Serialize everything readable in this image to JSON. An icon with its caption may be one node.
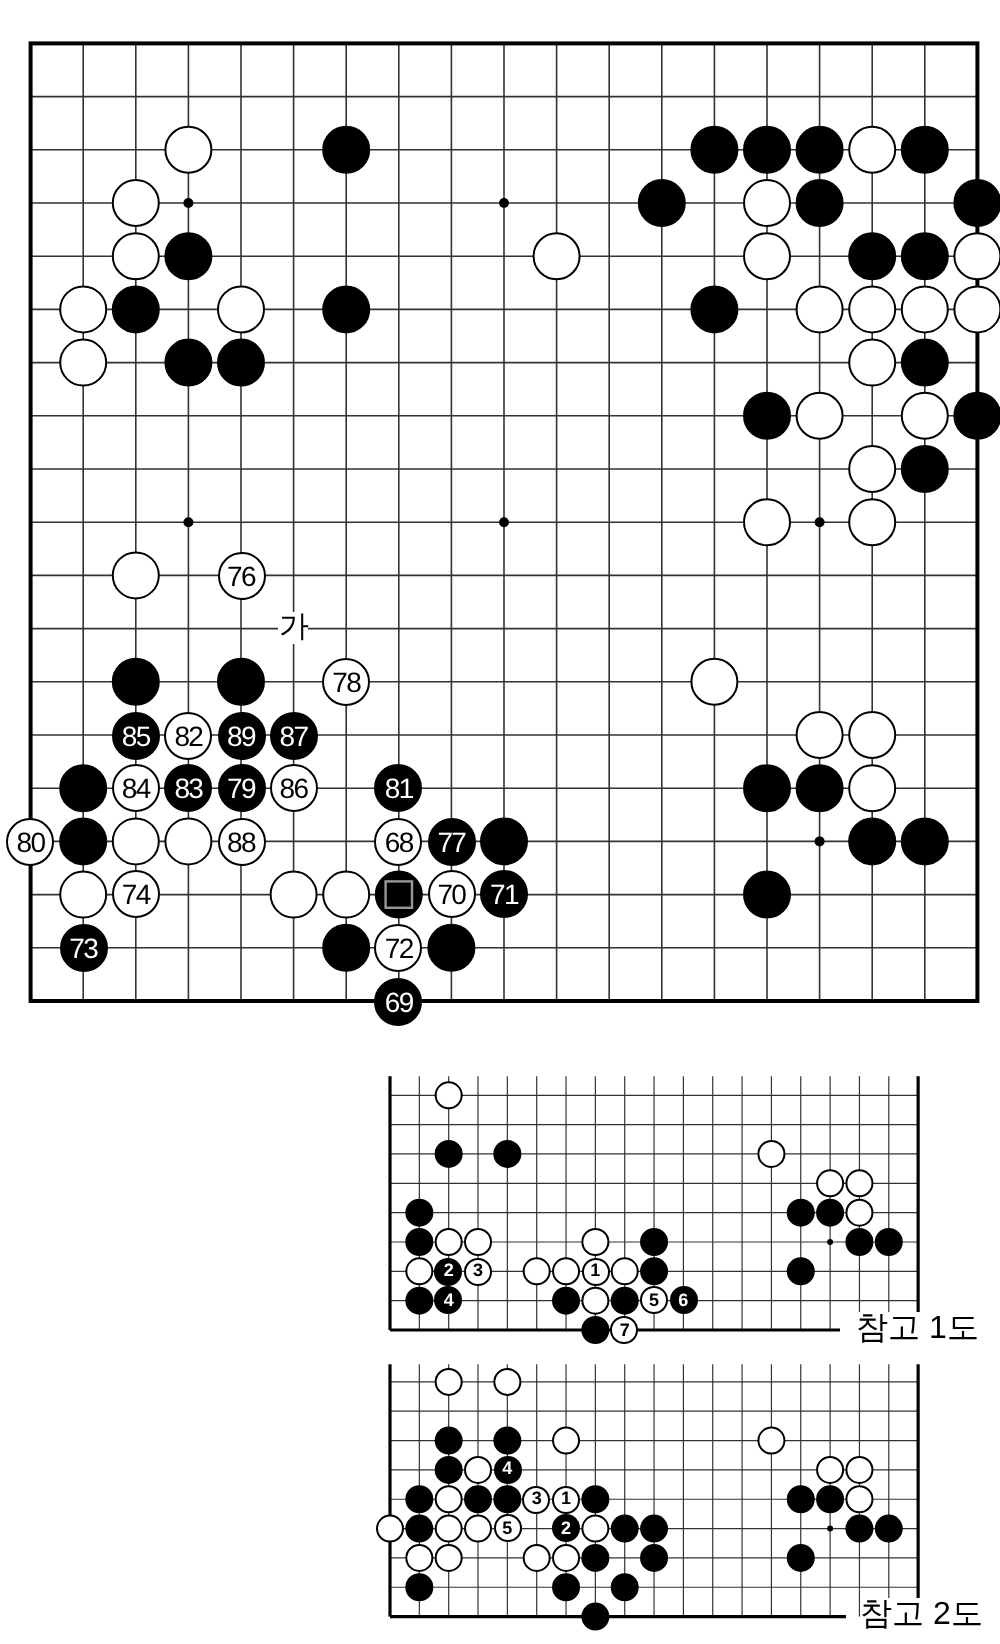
{
  "diagram": {
    "nodes": [
      {
        "text": [
          "76"
        ]
      },
      {
        "text": [
          "78"
        ]
      },
      {
        "text": [
          "85"
        ]
      },
      {
        "text": [
          "82"
        ]
      },
      {
        "text": [
          "89"
        ]
      },
      {
        "text": [
          "87"
        ]
      },
      {
        "text": [
          "84"
        ]
      },
      {
        "text": [
          "83"
        ]
      },
      {
        "text": [
          "79"
        ]
      },
      {
        "text": [
          "86"
        ]
      },
      {
        "text": [
          "81"
        ]
      },
      {
        "text": [
          "80"
        ]
      },
      {
        "text": [
          "88"
        ]
      },
      {
        "text": [
          "68"
        ]
      },
      {
        "text": [
          "77"
        ]
      },
      {
        "text": [
          "74"
        ]
      },
      {
        "text": [
          "70"
        ]
      },
      {
        "text": [
          "71"
        ]
      },
      {
        "text": [
          "73"
        ]
      },
      {
        "text": [
          "72"
        ]
      },
      {
        "text": [
          "69"
        ]
      },
      {
        "text": [
          "2"
        ]
      },
      {
        "text": [
          "3"
        ]
      },
      {
        "text": [
          "1"
        ]
      },
      {
        "text": [
          "4"
        ]
      },
      {
        "text": [
          "5"
        ]
      },
      {
        "text": [
          "6"
        ]
      },
      {
        "text": [
          "7"
        ]
      },
      {
        "text": [
          "4"
        ]
      },
      {
        "text": [
          "3"
        ]
      },
      {
        "text": [
          "1"
        ]
      },
      {
        "text": [
          "5"
        ]
      },
      {
        "text": [
          "2"
        ]
      }
    ],
    "labels": [
      "가",
      "참고 1도",
      "참고 2도"
    ]
  }
}
